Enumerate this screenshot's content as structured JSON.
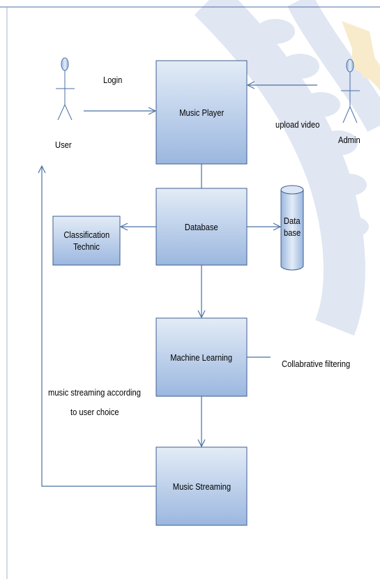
{
  "actors": {
    "user": "User",
    "admin": "Admin"
  },
  "edges": {
    "login": "Login",
    "upload": "upload video",
    "collaborative": "Collabrative filtering",
    "streaming_line1": "music streaming according",
    "streaming_line2": "to user choice"
  },
  "nodes": {
    "music_player": "Music Player",
    "database": "Database",
    "classification_line1": "Classification",
    "classification_line2": "Technic",
    "db_store_line1": "Data",
    "db_store_line2": "base",
    "machine_learning": "Machine Learning",
    "music_streaming": "Music Streaming"
  },
  "colors": {
    "box_fill_top": "#e3ecf7",
    "box_fill_bottom": "#9bb7df",
    "box_stroke": "#3f5e8e",
    "line": "#4a6fa5",
    "watermark_blue": "#c7d3e8",
    "watermark_orange": "#f4dca4"
  }
}
